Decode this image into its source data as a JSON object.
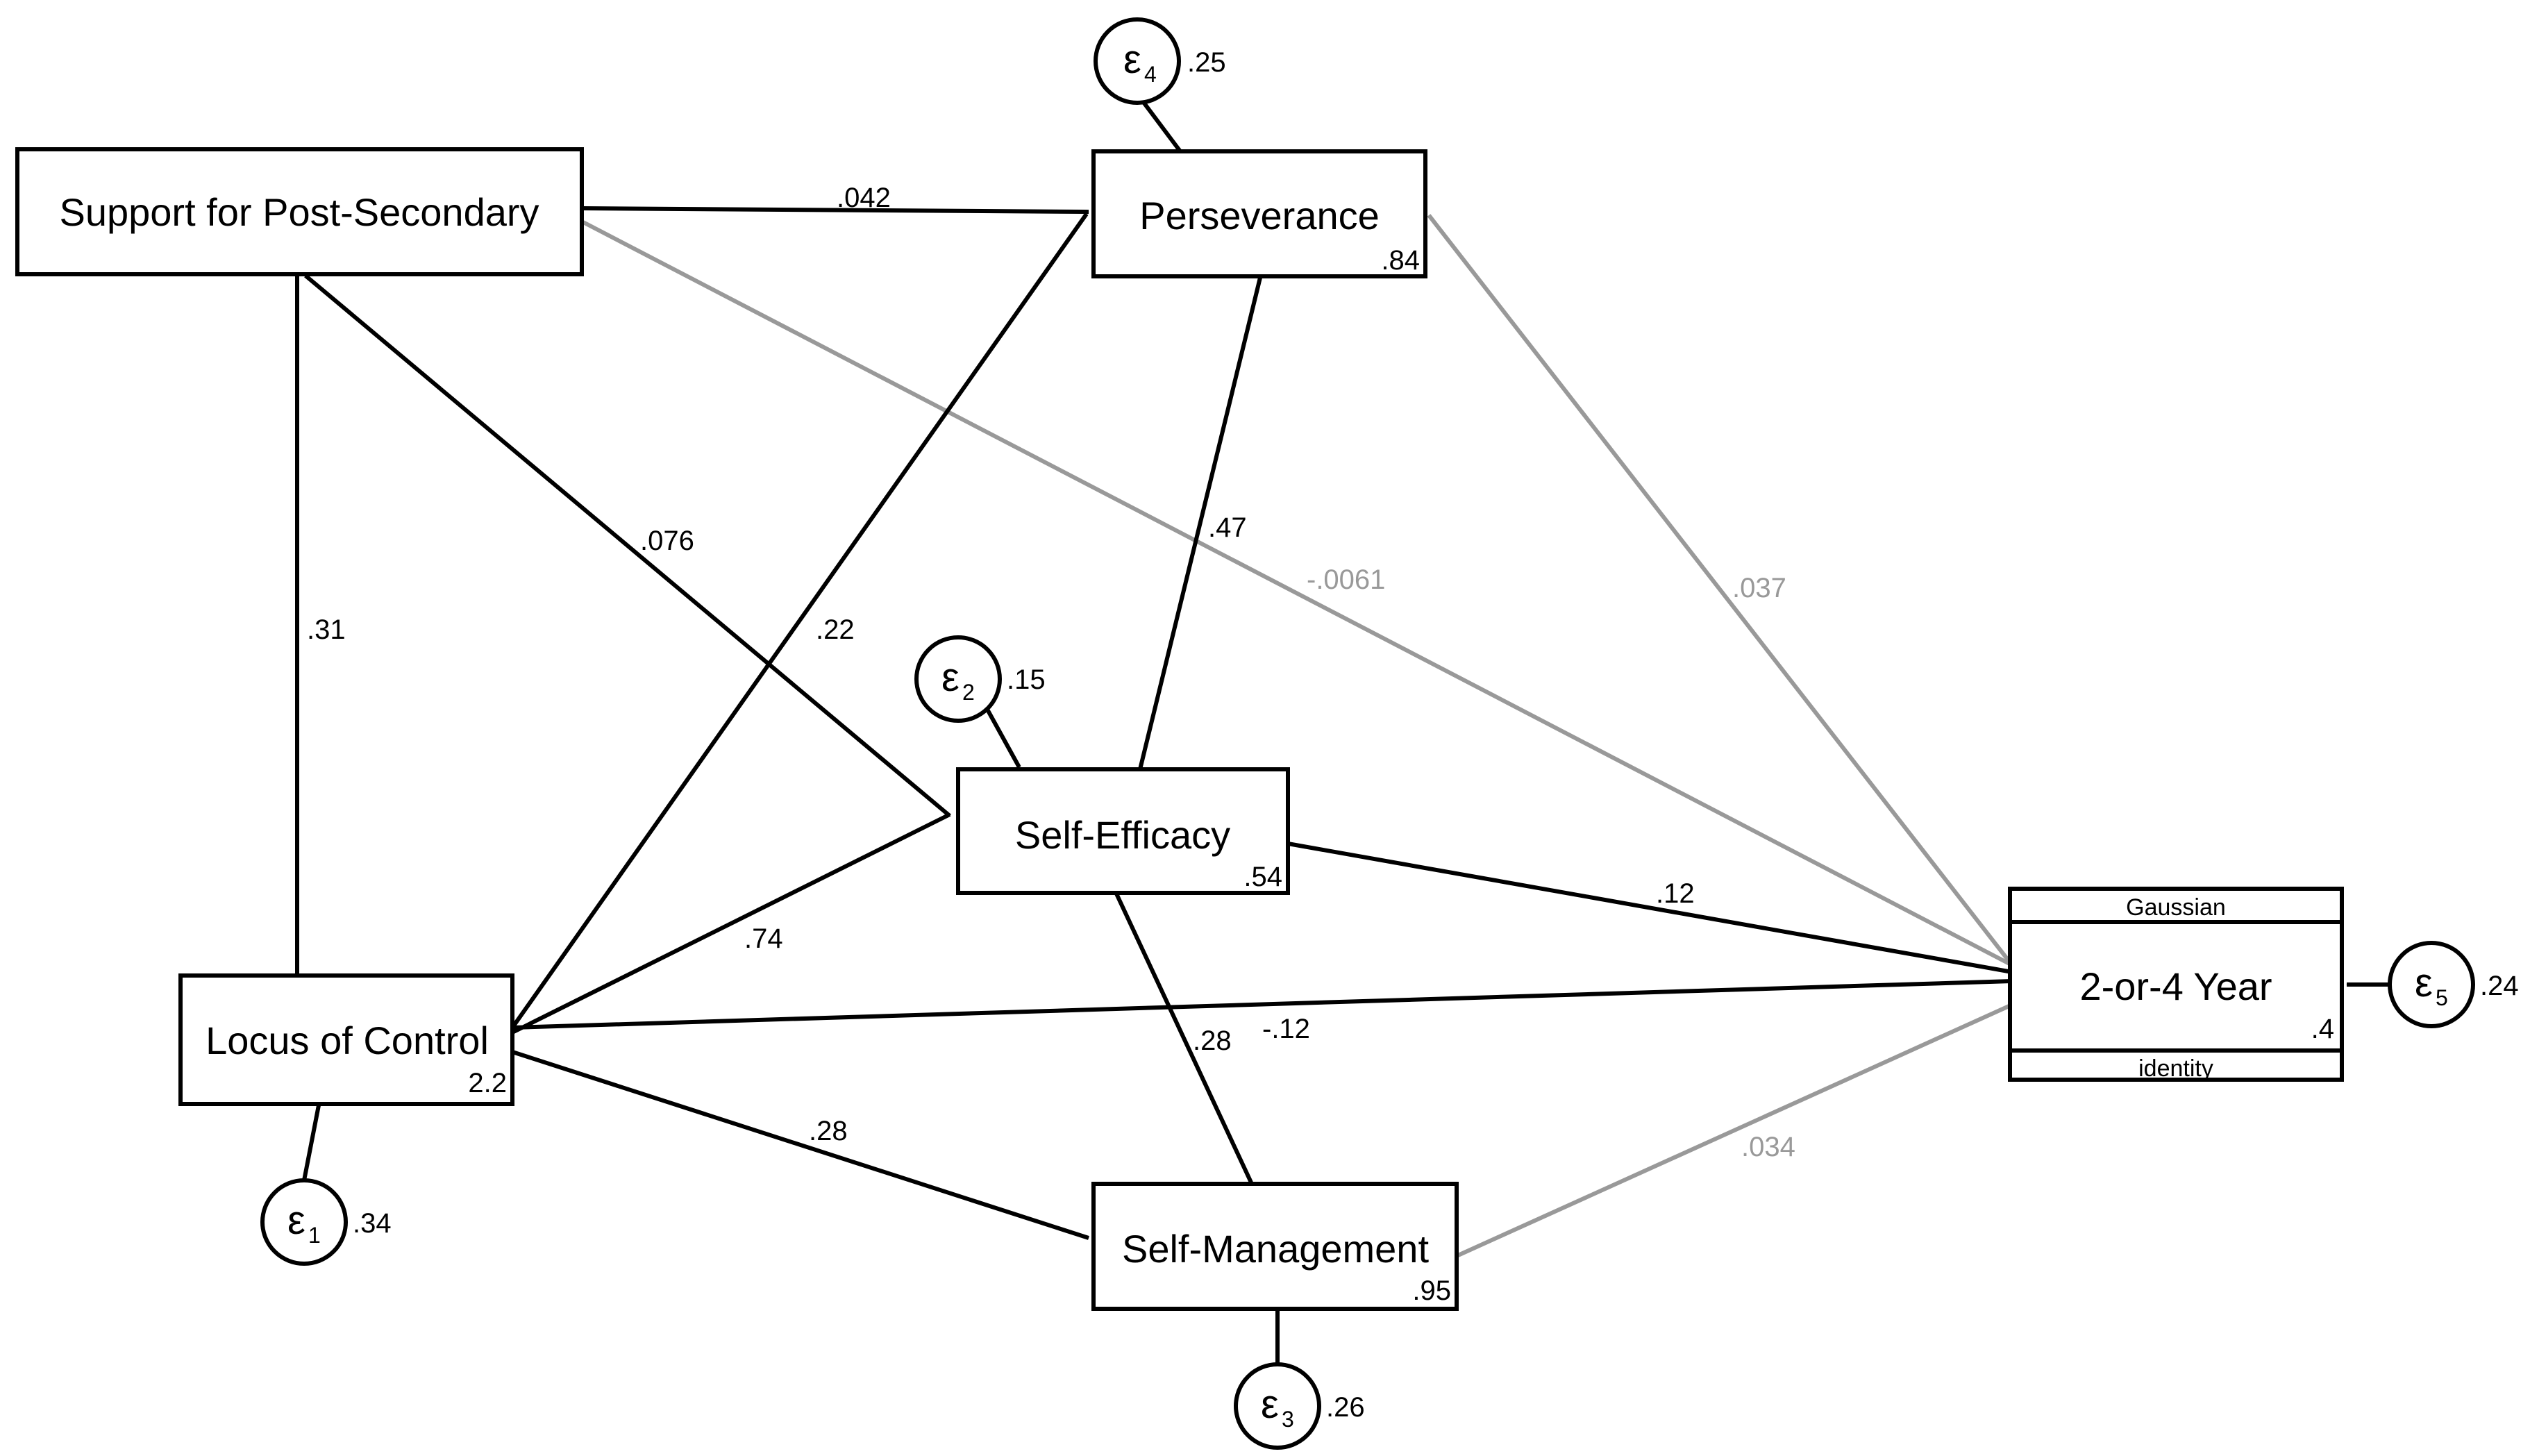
{
  "nodes": {
    "support": {
      "label": "Support for Post-Secondary"
    },
    "perseverance": {
      "label": "Perseverance",
      "value": ".84"
    },
    "self_efficacy": {
      "label": "Self-Efficacy",
      "value": ".54"
    },
    "locus": {
      "label": "Locus of Control",
      "value": "2.2"
    },
    "self_management": {
      "label": "Self-Management",
      "value": ".95"
    },
    "outcome": {
      "label": "2-or-4 Year",
      "value": ".4",
      "family": "Gaussian",
      "link": "identity"
    }
  },
  "errors": {
    "e1": {
      "symbol": "ε",
      "sub": "1",
      "value": ".34"
    },
    "e2": {
      "symbol": "ε",
      "sub": "2",
      "value": ".15"
    },
    "e3": {
      "symbol": "ε",
      "sub": "3",
      "value": ".26"
    },
    "e4": {
      "symbol": "ε",
      "sub": "4",
      "value": ".25"
    },
    "e5": {
      "symbol": "ε",
      "sub": "5",
      "value": ".24"
    }
  },
  "paths": {
    "support_perseverance": ".042",
    "support_outcome": "-.0061",
    "support_self_efficacy": ".076",
    "support_locus": ".31",
    "locus_perseverance": ".22",
    "self_efficacy_perseverance": ".47",
    "perseverance_outcome": ".037",
    "locus_self_efficacy": ".74",
    "self_efficacy_outcome": ".12",
    "locus_outcome": "-.12",
    "self_efficacy_self_management": ".28",
    "locus_self_management": ".28",
    "self_management_outcome": ".034"
  },
  "colors": {
    "black": "#000000",
    "gray": "#999999"
  }
}
